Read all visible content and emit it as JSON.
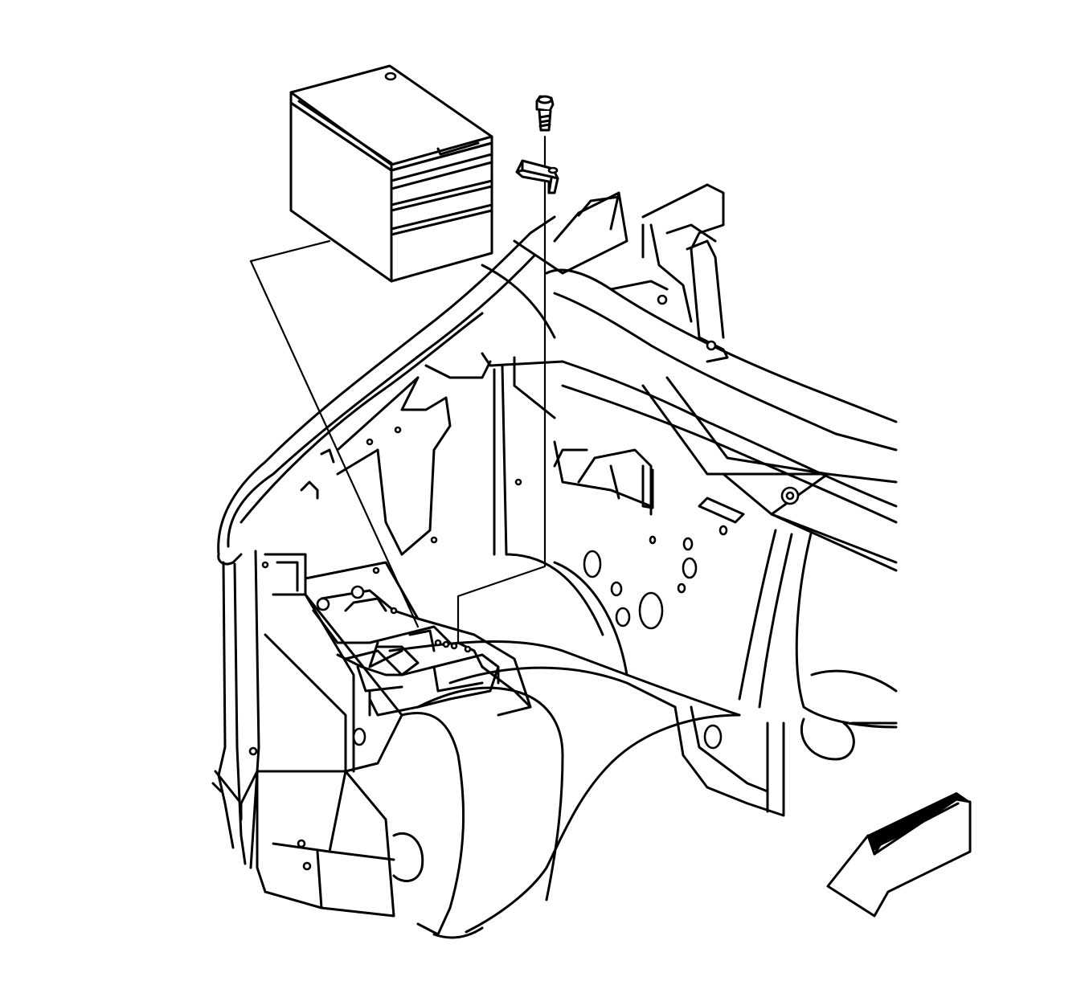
{
  "diagram": {
    "components": [
      {
        "id": "battery",
        "icon": "battery-box-icon"
      },
      {
        "id": "retainer-bolt",
        "icon": "bolt-icon"
      },
      {
        "id": "hold-down-retainer",
        "icon": "retainer-clip-icon"
      },
      {
        "id": "battery-tray",
        "icon": "tray-icon"
      },
      {
        "id": "front-wheelhouse-body-structure",
        "icon": "body-structure-icon"
      },
      {
        "id": "direction-arrow",
        "icon": "arrow-icon",
        "color": "#000000"
      }
    ],
    "colors": {
      "stroke": "#000000",
      "background": "#ffffff"
    }
  }
}
